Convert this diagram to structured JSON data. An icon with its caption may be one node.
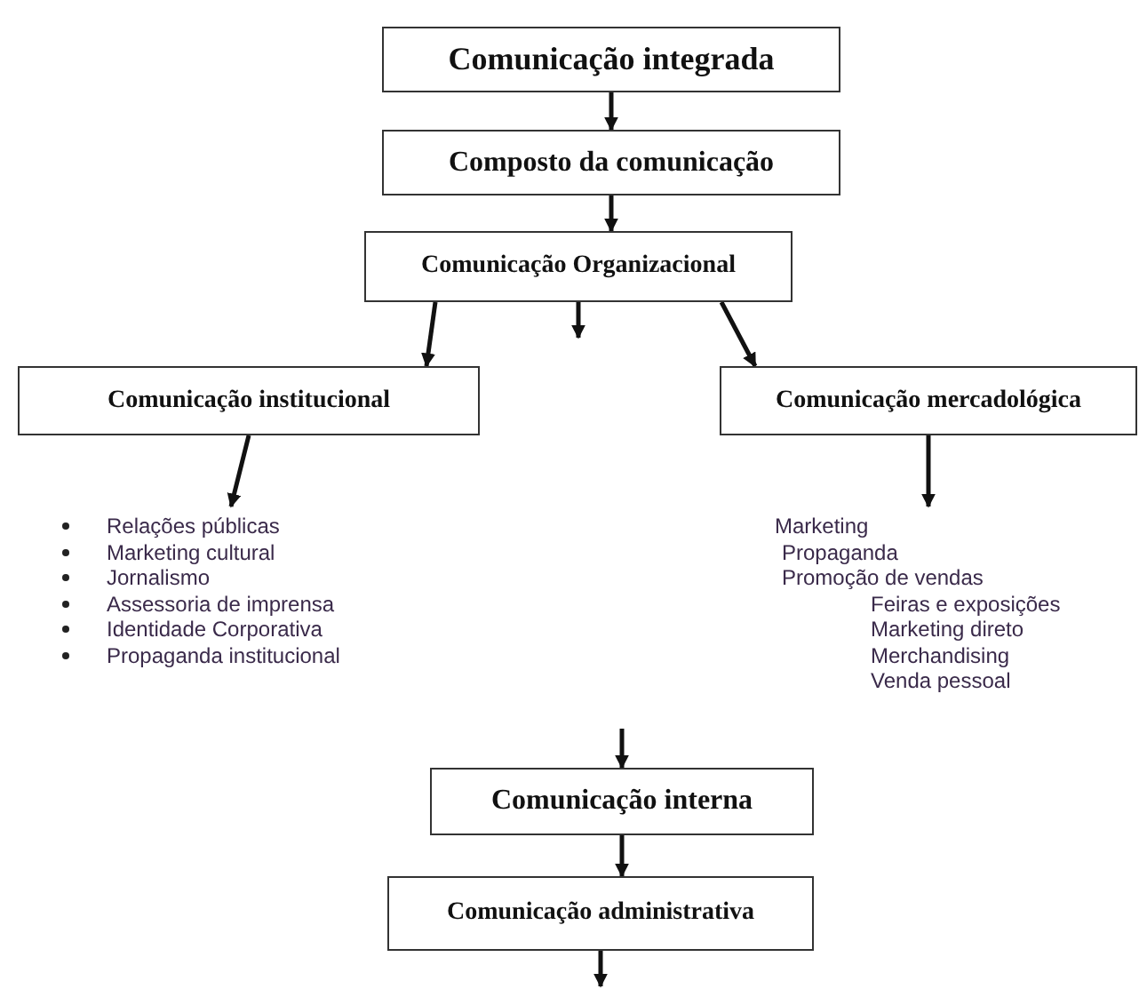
{
  "diagram": {
    "nodes": [
      {
        "text": [
          "Comunicação integrada"
        ]
      },
      {
        "text": [
          "Composto da comunicação"
        ]
      },
      {
        "text": [
          "Comunicação Organizacional"
        ]
      },
      {
        "text": [
          "Comunicação institucional"
        ]
      },
      {
        "text": [
          "Comunicação mercadológica"
        ]
      },
      {
        "text": [
          "Relações públicas",
          "Marketing cultural",
          "Jornalismo",
          "Assessoria de imprensa",
          "Identidade Corporativa",
          "Propaganda institucional"
        ]
      },
      {
        "text": [
          "Marketing",
          "Propaganda",
          "Promoção de vendas",
          "Feiras e exposições",
          "Marketing direto",
          "Merchandising",
          "Venda pessoal"
        ]
      },
      {
        "text": [
          "Comunicação interna"
        ]
      },
      {
        "text": [
          "Comunicação administrativa"
        ]
      }
    ],
    "edges": [
      {
        "from": 0,
        "to": 1,
        "arrow": "to"
      },
      {
        "from": 1,
        "to": 2,
        "arrow": "to"
      },
      {
        "from": 2,
        "to": 3,
        "arrow": "to"
      },
      {
        "from": 2,
        "to": null,
        "arrow": "to"
      },
      {
        "from": 2,
        "to": 4,
        "arrow": "to"
      },
      {
        "from": 3,
        "to": 5,
        "arrow": "to"
      },
      {
        "from": 4,
        "to": 6,
        "arrow": "to"
      },
      {
        "from": null,
        "to": 7,
        "arrow": "to"
      },
      {
        "from": 7,
        "to": 8,
        "arrow": "to"
      },
      {
        "from": 8,
        "to": null,
        "arrow": "to"
      }
    ]
  }
}
